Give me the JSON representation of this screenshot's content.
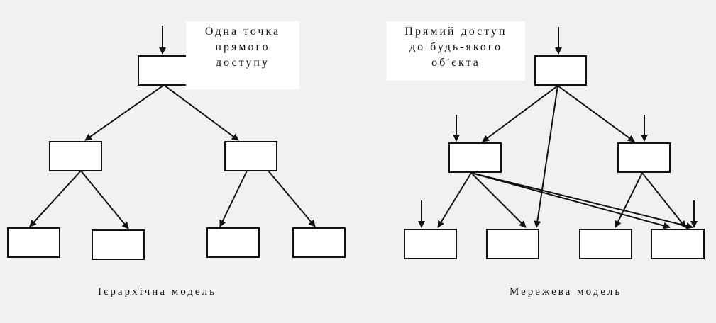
{
  "hierarchical": {
    "note_lines": [
      "Одна точка",
      "прямого",
      "доступу"
    ],
    "caption": "Ієрархічна   модель"
  },
  "network": {
    "note_lines": [
      "Прямий доступ",
      "до будь-якого",
      "об'єкта"
    ],
    "caption": "Мережева  модель"
  },
  "colors": {
    "ink": "#111111",
    "background": "#f1f1f1",
    "note_bg": "#ffffff"
  }
}
